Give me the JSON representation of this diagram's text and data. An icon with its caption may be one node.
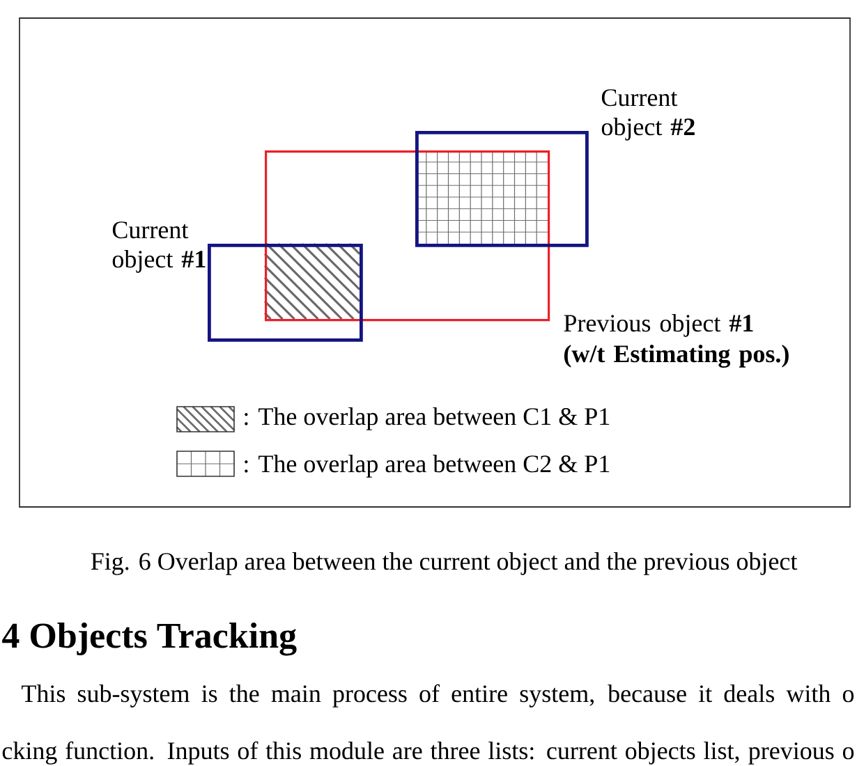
{
  "diagram": {
    "caption": "Fig. 6 Overlap area between the current object and the previous object",
    "nodes": [
      {
        "text": [
          "Current object **#2**"
        ]
      },
      {
        "text": [
          "Previous object **#1**",
          "(w/t Estimating pos.)"
        ]
      },
      {
        "text": [
          "Current object **#1**"
        ]
      }
    ],
    "labels": [
      "4 Objects Tracking",
      "This sub-system is the main process of entire system, because it deals with o",
      "cking function. Inputs of this module are three lists: current objects list, previous o"
    ],
    "legend": [
      {
        "text": ": The overlap area between C1 & P1"
      },
      {
        "text": ": The overlap area between C2 & P1"
      }
    ]
  }
}
